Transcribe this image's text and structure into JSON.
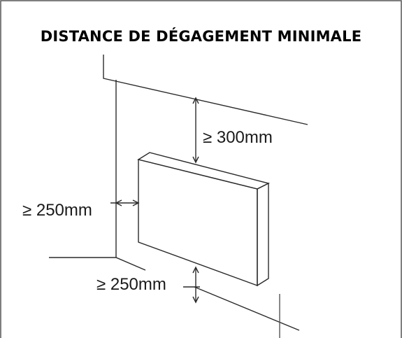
{
  "title": "DISTANCE DE DÉGAGEMENT MINIMALE",
  "dimensions": {
    "top": "≥ 300mm",
    "side": "≥ 250mm",
    "bottom": "≥ 250mm"
  },
  "colors": {
    "line": "#2a2a2a",
    "background": "#ffffff",
    "text": "#000000"
  }
}
